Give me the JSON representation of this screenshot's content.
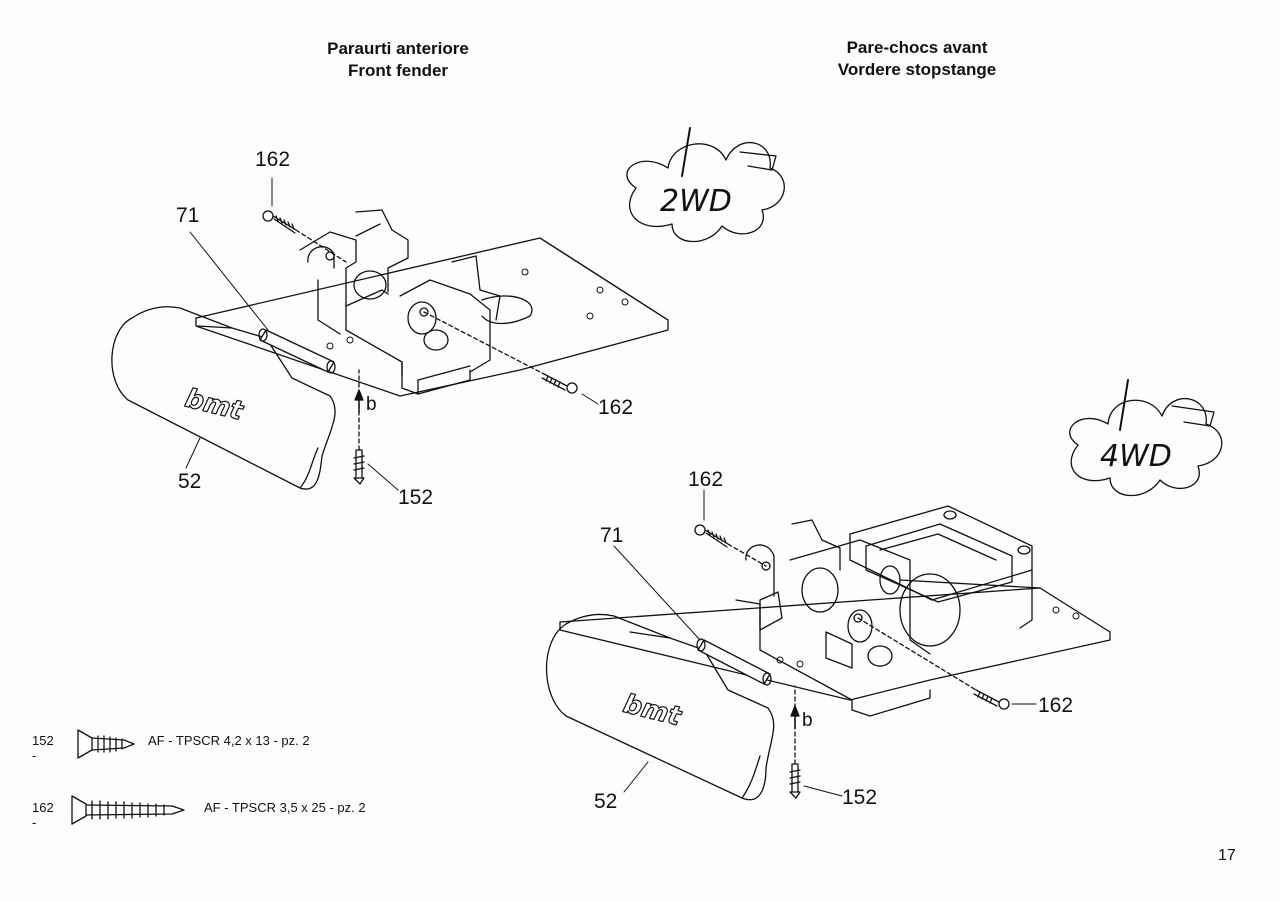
{
  "titles": {
    "left_line1": "Paraurti anteriore",
    "left_line2": "Front fender",
    "right_line1": "Pare-chocs avant",
    "right_line2": "Vordere stopstange"
  },
  "badges": {
    "two_wd": "2WD",
    "four_wd": "4WD"
  },
  "callouts": {
    "screw_162": "162",
    "rod_71": "71",
    "fender_52": "52",
    "screw_152": "152",
    "direction_b": "b"
  },
  "legend": [
    {
      "number": "152 -",
      "description": "AF - TPSCR 4,2 x 13 - pz. 2"
    },
    {
      "number": "162 -",
      "description": "AF - TPSCR 3,5 x 25 - pz. 2"
    }
  ],
  "logo_text": "bmt",
  "page_number": "17",
  "colors": {
    "ink": "#111111",
    "paper": "#fdfdfb"
  }
}
